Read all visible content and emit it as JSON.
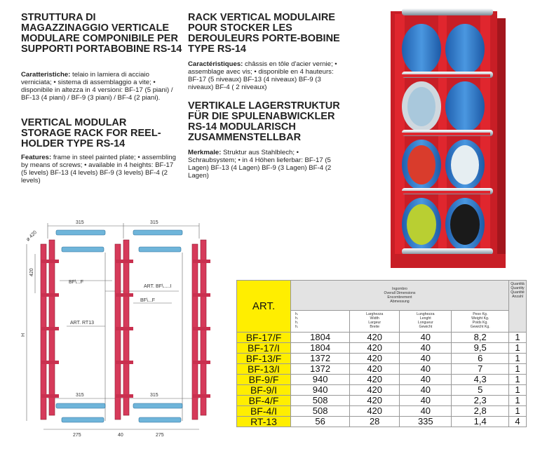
{
  "italian": {
    "title": "STRUTTURA DI MAGAZZINAGGIO VERTICALE MODULARE COMPONIBILE PER SUPPORTI PORTABOBINE RS-14",
    "label": "Caratteristiche:",
    "body": " telaio in lamiera di acciaio verniciata; • sistema di assemblaggio a vite; • disponibile in altezza in 4 versioni: BF-17 (5 piani) / BF-13 (4 piani) / BF-9 (3 piani) / BF-4 (2 piani)."
  },
  "english": {
    "title": "VERTICAL MODULAR STORAGE RACK FOR REEL-HOLDER TYPE RS-14",
    "label": "Features:",
    "body": " frame in steel painted plate; • assembling by means of screws; • available in 4 heights: BF-17 (5 levels) BF-13 (4 levels) BF-9 (3 levels) BF-4 (2 levels)"
  },
  "french": {
    "title": "RACK VERTICAL MODULAIRE POUR STOCKER LES DEROULEURS PORTE-BOBINE TYPE RS-14",
    "label": "Caractéristiques:",
    "body": " châssis en tôle d'acier vernie; • assemblage avec vis; • disponible en 4 hauteurs: BF-17 (5 niveaux) BF-13 (4 niveaux) BF-9 (3 niveaux) BF-4 ( 2 niveaux)"
  },
  "german": {
    "title": "VERTIKALE LAGERSTRUKTUR FÜR DIE SPULENABWICKLER RS-14 MODULARISCH ZUSAMMENSTELLBAR",
    "label": "Merkmale:",
    "body": " Struktur aus Stahlblech; • Schraubsystem; • in 4 Höhen lieferbar: BF-17 (5 Lagen) BF-13 (4 Lagen) BF-9 (3 Lagen) BF-4 (2 Lagen)"
  },
  "drawing": {
    "dim_top_left": "315",
    "dim_top_right": "315",
    "dim_bottom_left": "315",
    "dim_bottom_right": "315",
    "dim_base_left": "275",
    "dim_base_mid": "40",
    "dim_base_right": "275",
    "dim_420_diag": "ø 420",
    "dim_420_vert": "420",
    "dim_h": "H",
    "label_bf_f": "BF\\...F",
    "label_art_bf_i": "ART. BF\\.....I",
    "label_bf_f2": "BF\\...F",
    "label_art_rt13": "ART. RT13"
  },
  "table": {
    "art_header": "ART.",
    "dims_header": [
      "Ingombro",
      "Overall Dimensions",
      "Encombrement",
      "Abmessung"
    ],
    "qty_header": [
      "Quantità",
      "Quantity",
      "Quantité",
      "Anzahl"
    ],
    "col_h": [
      "h.",
      "h.",
      "h.",
      "h."
    ],
    "col_width": [
      "Larghezza",
      "Width",
      "Largeur",
      "Breite"
    ],
    "col_length": [
      "Lunghezza",
      "Lenght",
      "Longueur",
      "Gewicht"
    ],
    "col_weight": [
      "Peso Kg.",
      "Weight Kg.",
      "Poids Kg.",
      "Gewicht Kg."
    ],
    "rows": [
      {
        "art": "BF-17/F",
        "h": "1804",
        "w": "420",
        "l": "40",
        "kg": "8,2",
        "qty": "1"
      },
      {
        "art": "BF-17/I",
        "h": "1804",
        "w": "420",
        "l": "40",
        "kg": "9,5",
        "qty": "1"
      },
      {
        "art": "BF-13/F",
        "h": "1372",
        "w": "420",
        "l": "40",
        "kg": "6",
        "qty": "1"
      },
      {
        "art": "BF-13/I",
        "h": "1372",
        "w": "420",
        "l": "40",
        "kg": "7",
        "qty": "1"
      },
      {
        "art": "BF-9/F",
        "h": "940",
        "w": "420",
        "l": "40",
        "kg": "4,3",
        "qty": "1"
      },
      {
        "art": "BF-9/I",
        "h": "940",
        "w": "420",
        "l": "40",
        "kg": "5",
        "qty": "1"
      },
      {
        "art": "BF-4/F",
        "h": "508",
        "w": "420",
        "l": "40",
        "kg": "2,3",
        "qty": "1"
      },
      {
        "art": "BF-4/I",
        "h": "508",
        "w": "420",
        "l": "40",
        "kg": "2,8",
        "qty": "1"
      },
      {
        "art": "RT-13",
        "h": "56",
        "w": "28",
        "l": "335",
        "kg": "1,4",
        "qty": "4"
      }
    ]
  },
  "colors": {
    "rack_red": "#e0262e",
    "reel_blue": "#2b78c8",
    "yellow": "#ffee00"
  }
}
